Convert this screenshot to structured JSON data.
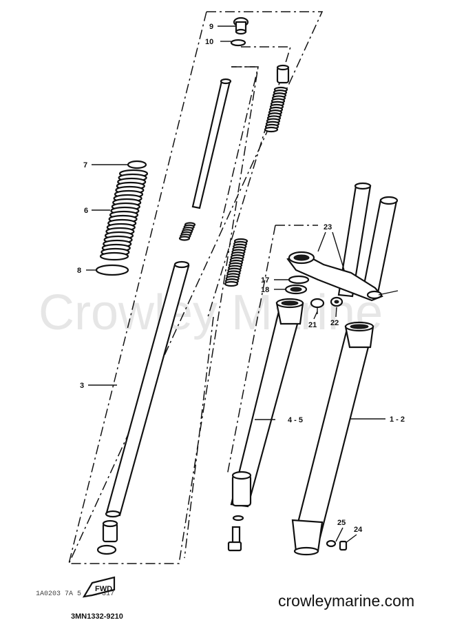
{
  "diagram": {
    "watermark": "Crowley Marine",
    "website": "crowleymarine.com",
    "diagram_code": "3MN1332-9210",
    "stamp_text": "1A0203 7A 5 .00 317",
    "direction_label": "FWD",
    "callouts": {
      "p1_2": "1 - 2",
      "p3": "3",
      "p4_5": "4 - 5",
      "p6": "6",
      "p7": "7",
      "p8": "8",
      "p9": "9",
      "p10": "10",
      "p17": "17",
      "p18": "18",
      "p21": "21",
      "p22": "22",
      "p23": "23",
      "p24": "24",
      "p25": "25"
    }
  }
}
